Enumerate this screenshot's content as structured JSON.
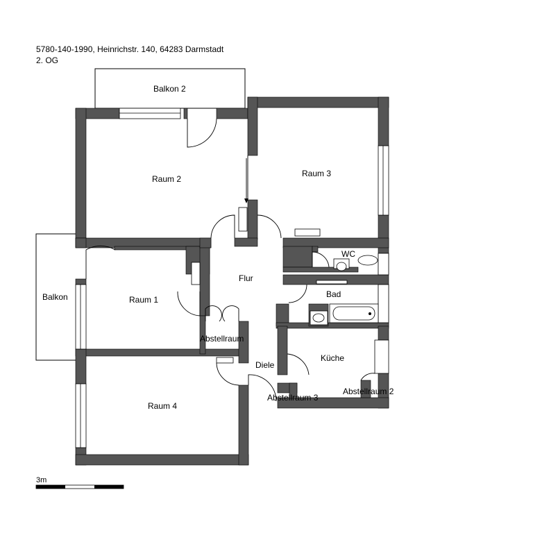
{
  "header": {
    "address": "5780-140-1990, Heinrichstr. 140, 64283 Darmstadt",
    "floor": "2. OG"
  },
  "rooms": {
    "balkon2": "Balkon 2",
    "raum2": "Raum 2",
    "raum3": "Raum 3",
    "wc": "WC",
    "flur": "Flur",
    "balkon": "Balkon",
    "raum1": "Raum 1",
    "bad": "Bad",
    "abstellraum": "Abstellraum",
    "kueche": "Küche",
    "diele": "Diele",
    "raum4": "Raum 4",
    "abstellraum3": "Abstellraum 3",
    "abstellraum2": "Abstellraum 2"
  },
  "scale": {
    "label": "3m"
  },
  "colors": {
    "wall": "#555555",
    "line": "#000000",
    "window": "#ffffff"
  }
}
